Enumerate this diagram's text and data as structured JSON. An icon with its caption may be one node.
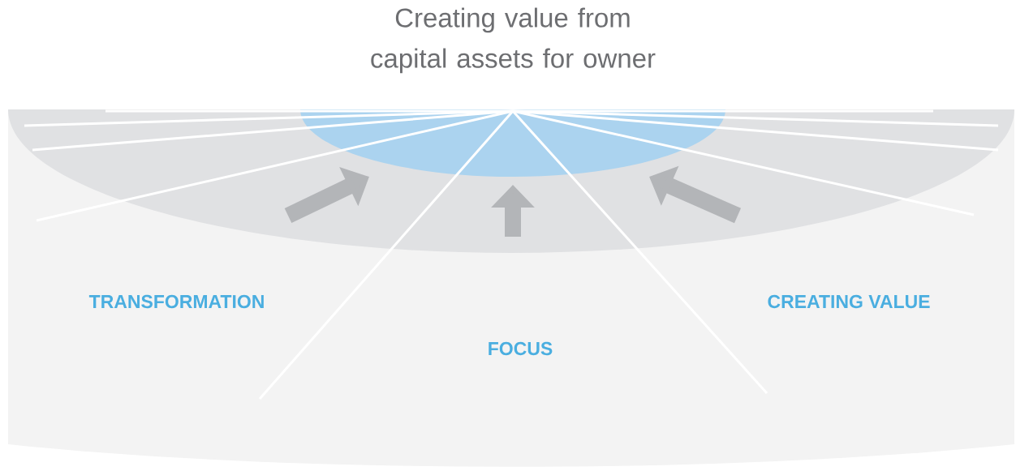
{
  "diagram": {
    "title": "Creating value from capital assets for owner",
    "labels": [
      "TRANSFORMATION",
      "CREATING VALUE",
      "FOCUS"
    ]
  }
}
